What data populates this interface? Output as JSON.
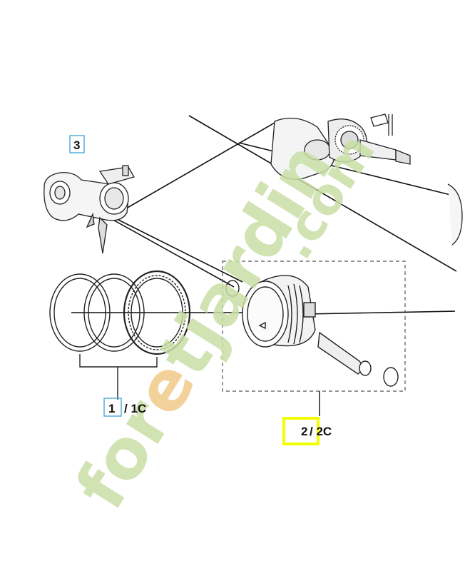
{
  "labels": {
    "part3": "3",
    "part1": "1",
    "part1_suffix": "/ 1C",
    "part2": "2",
    "part2_suffix": "/ 2C"
  },
  "watermark": {
    "text_a": "for",
    "text_accent": "e",
    "text_b": "tjardin",
    "text_c": ".com"
  },
  "colors": {
    "line": "#111111",
    "callout_border": "#4aa8d8",
    "highlight": "#f2ff00",
    "watermark_green": "#c9dfa6",
    "watermark_orange": "#f2c98a"
  }
}
